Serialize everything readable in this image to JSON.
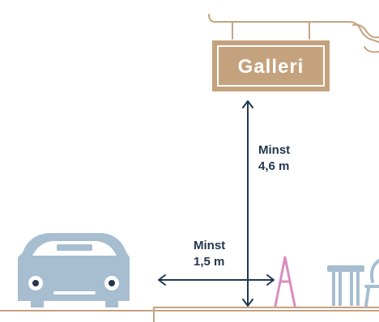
{
  "sign": {
    "text": "Galleri"
  },
  "labels": {
    "vertical_line1": "Minst",
    "vertical_line2": "4,6 m",
    "horizontal_line1": "Minst",
    "horizontal_line2": "1,5 m"
  },
  "colors": {
    "sign_fill": "#c5a27e",
    "sign_frame": "#ffffff",
    "ornament": "#c5a27e",
    "arrow": "#23374f",
    "text_dark": "#23374f",
    "car": "#a7bdd0",
    "sidewalk": "#c5a27e",
    "a_frame": "#d98cbf",
    "furniture": "#a7bdd0"
  },
  "icons": [
    "car-icon",
    "a-frame-sign-icon",
    "cafe-table-icon",
    "cafe-chair-icon",
    "hanging-sign-ornament-icon"
  ]
}
